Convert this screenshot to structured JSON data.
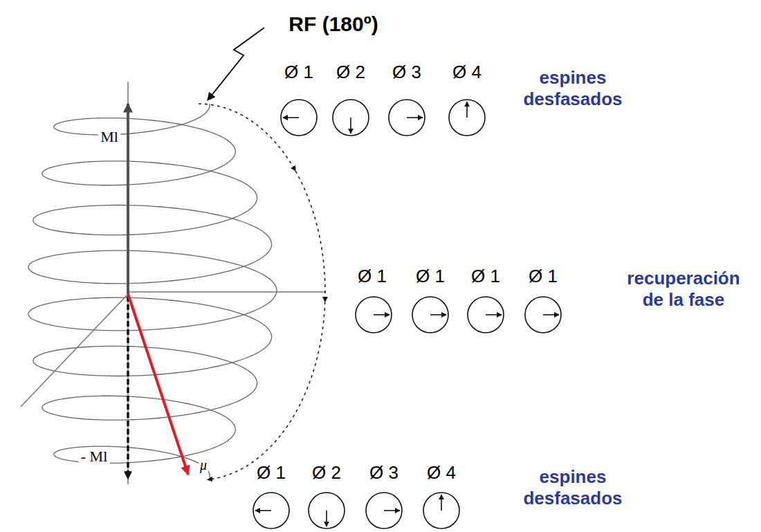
{
  "diagram": {
    "labels": [
      "RF (180º)",
      "Ø 1",
      "Ø 2",
      "Ø 3",
      "Ø 4",
      "espines desfasados",
      "Ml",
      "Ø 1",
      "Ø 1",
      "Ø 1",
      "Ø 1",
      "recuperación de la fase",
      "- Ml",
      "μ",
      "Ø 1",
      "Ø 2",
      "Ø 3",
      "Ø 4",
      "espines desfasados"
    ]
  }
}
